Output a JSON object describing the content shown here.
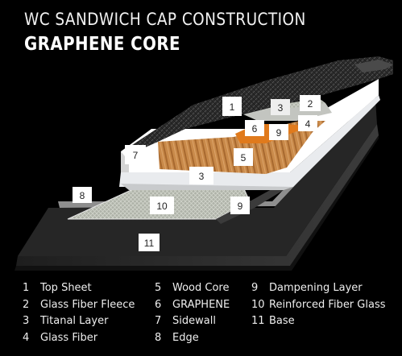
{
  "header": {
    "title": "WC SANDWICH CAP CONSTRUCTION",
    "subtitle": "GRAPHENE CORE"
  },
  "colors": {
    "background": "#000000",
    "wood": "#c98a4a",
    "graphene": "#e07a1c",
    "glass_fiber": "#b9bcb4",
    "top_sheet": "#2b2b2b"
  },
  "callouts": [
    "1",
    "3",
    "2",
    "6",
    "9",
    "4",
    "5",
    "7",
    "3",
    "8",
    "10",
    "9",
    "11"
  ],
  "legend": [
    {
      "num": "1",
      "label": "Top Sheet"
    },
    {
      "num": "2",
      "label": "Glass Fiber Fleece"
    },
    {
      "num": "3",
      "label": "Titanal Layer"
    },
    {
      "num": "4",
      "label": "Glass Fiber"
    },
    {
      "num": "5",
      "label": "Wood Core"
    },
    {
      "num": "6",
      "label": "GRAPHENE"
    },
    {
      "num": "7",
      "label": "Sidewall"
    },
    {
      "num": "8",
      "label": "Edge"
    },
    {
      "num": "9",
      "label": "Dampening Layer"
    },
    {
      "num": "10",
      "label": "Reinforced Fiber Glass"
    },
    {
      "num": "11",
      "label": "Base"
    }
  ]
}
